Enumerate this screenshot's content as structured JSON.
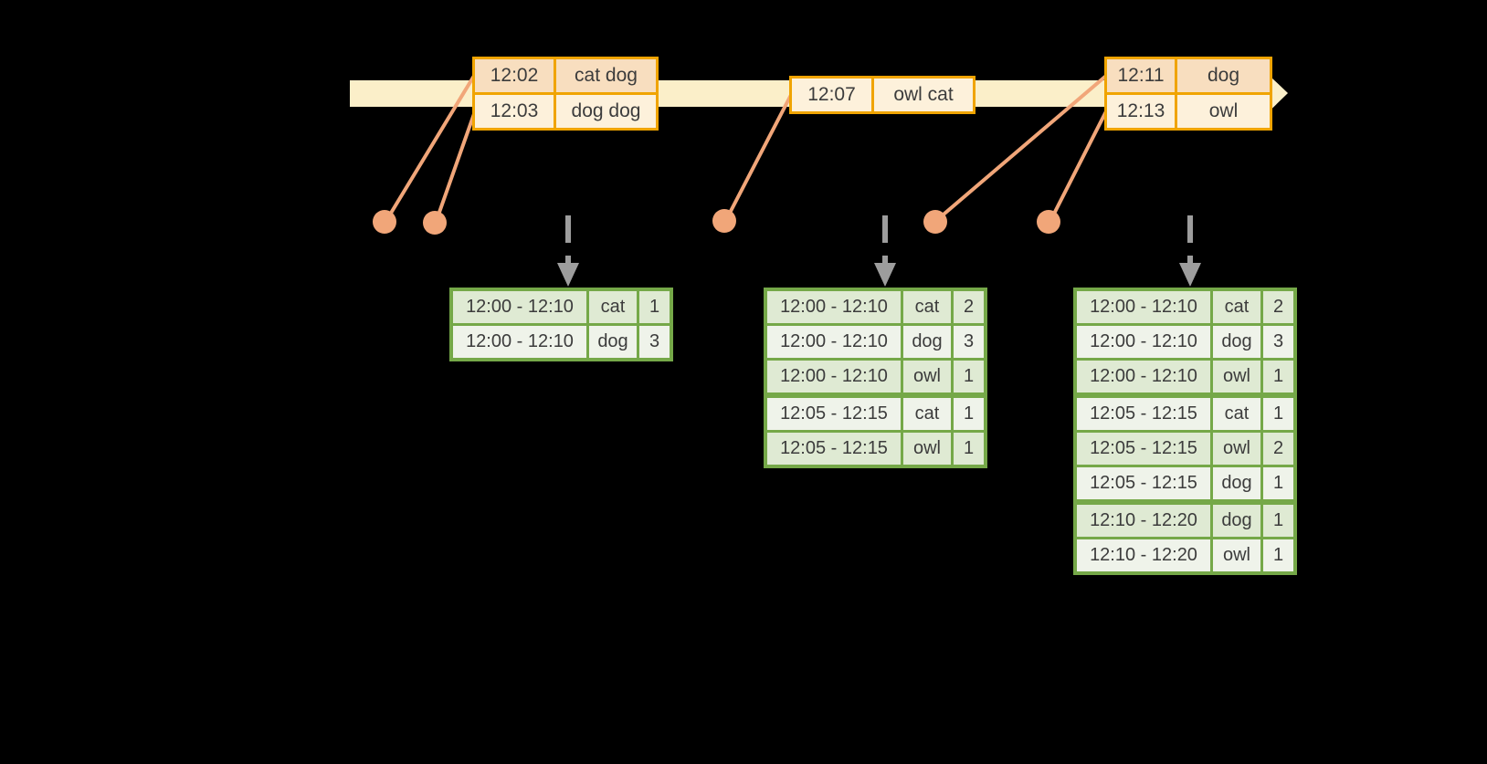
{
  "colors": {
    "background": "#000000",
    "timeline_fill": "#FBEFC9",
    "event_table_border": "#F0A400",
    "event_row_peach": "#F8DEBF",
    "event_row_cream": "#FDF1DB",
    "event_marker": "#F1A679",
    "trigger_arrow_gray": "#9D9D9D",
    "result_table_border": "#75A848",
    "result_row_dark": "#DFEAD3",
    "result_row_light": "#EFF3EA",
    "text": "#3C3C3C"
  },
  "event_tables": [
    {
      "rows": [
        {
          "time": "12:02",
          "words": "cat dog"
        },
        {
          "time": "12:03",
          "words": "dog dog"
        }
      ]
    },
    {
      "rows": [
        {
          "time": "12:07",
          "words": "owl cat"
        }
      ]
    },
    {
      "rows": [
        {
          "time": "12:11",
          "words": "dog"
        },
        {
          "time": "12:13",
          "words": "owl"
        }
      ]
    }
  ],
  "result_tables": [
    {
      "rows": [
        {
          "window": "12:00 - 12:10",
          "word": "cat",
          "count": "1"
        },
        {
          "window": "12:00 - 12:10",
          "word": "dog",
          "count": "3"
        }
      ]
    },
    {
      "rows": [
        {
          "window": "12:00 - 12:10",
          "word": "cat",
          "count": "2"
        },
        {
          "window": "12:00 - 12:10",
          "word": "dog",
          "count": "3"
        },
        {
          "window": "12:00 - 12:10",
          "word": "owl",
          "count": "1"
        },
        {
          "window": "12:05 - 12:15",
          "word": "cat",
          "count": "1"
        },
        {
          "window": "12:05 - 12:15",
          "word": "owl",
          "count": "1"
        }
      ]
    },
    {
      "rows": [
        {
          "window": "12:00 - 12:10",
          "word": "cat",
          "count": "2"
        },
        {
          "window": "12:00 - 12:10",
          "word": "dog",
          "count": "3"
        },
        {
          "window": "12:00 - 12:10",
          "word": "owl",
          "count": "1"
        },
        {
          "window": "12:05 - 12:15",
          "word": "cat",
          "count": "1"
        },
        {
          "window": "12:05 - 12:15",
          "word": "owl",
          "count": "2"
        },
        {
          "window": "12:05 - 12:15",
          "word": "dog",
          "count": "1"
        },
        {
          "window": "12:10 - 12:20",
          "word": "dog",
          "count": "1"
        },
        {
          "window": "12:10 - 12:20",
          "word": "owl",
          "count": "1"
        }
      ]
    }
  ]
}
